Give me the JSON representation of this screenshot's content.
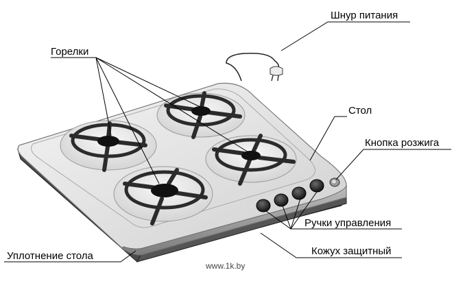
{
  "labels": {
    "power_cord": "Шнур питания",
    "burners": "Горелки",
    "table": "Стол",
    "ignition_button": "Кнопка розжига",
    "control_knobs": "Ручки управления",
    "protective_casing": "Кожух защитный",
    "table_seal": "Уплотнение стола"
  },
  "watermark": "www.1k.by",
  "colors": {
    "surface": "#e6e6e6",
    "edge": "#8a8a8a",
    "grate": "#2b2b2b",
    "knob": "#1a1a1a"
  }
}
